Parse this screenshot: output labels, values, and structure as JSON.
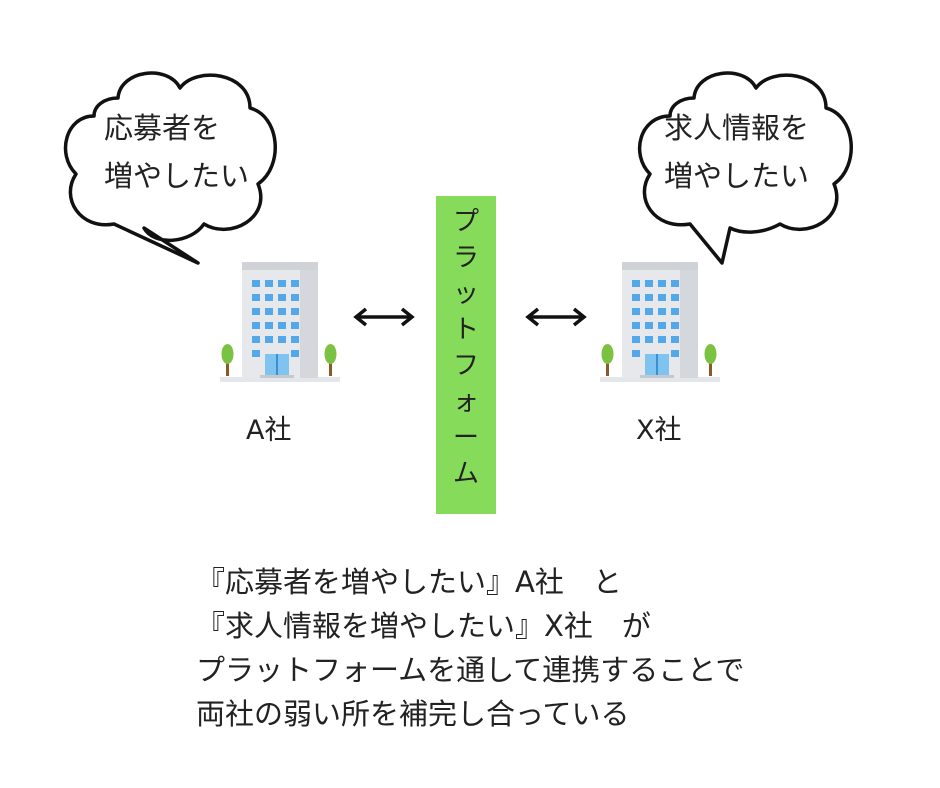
{
  "left_company": {
    "bubble_lines": [
      "応募者を",
      "増やしたい"
    ],
    "label": "A社"
  },
  "right_company": {
    "bubble_lines": [
      "求人情報を",
      "増やしたい"
    ],
    "label": "X社"
  },
  "platform": {
    "label": "プラットフォーム",
    "color": "#86dc5a"
  },
  "caption": {
    "lines": [
      "『応募者を増やしたい』A社　と",
      "『求人情報を増やしたい』X社　が",
      "プラットフォームを通して連携することで",
      "両社の弱い所を補完し合っている"
    ]
  }
}
